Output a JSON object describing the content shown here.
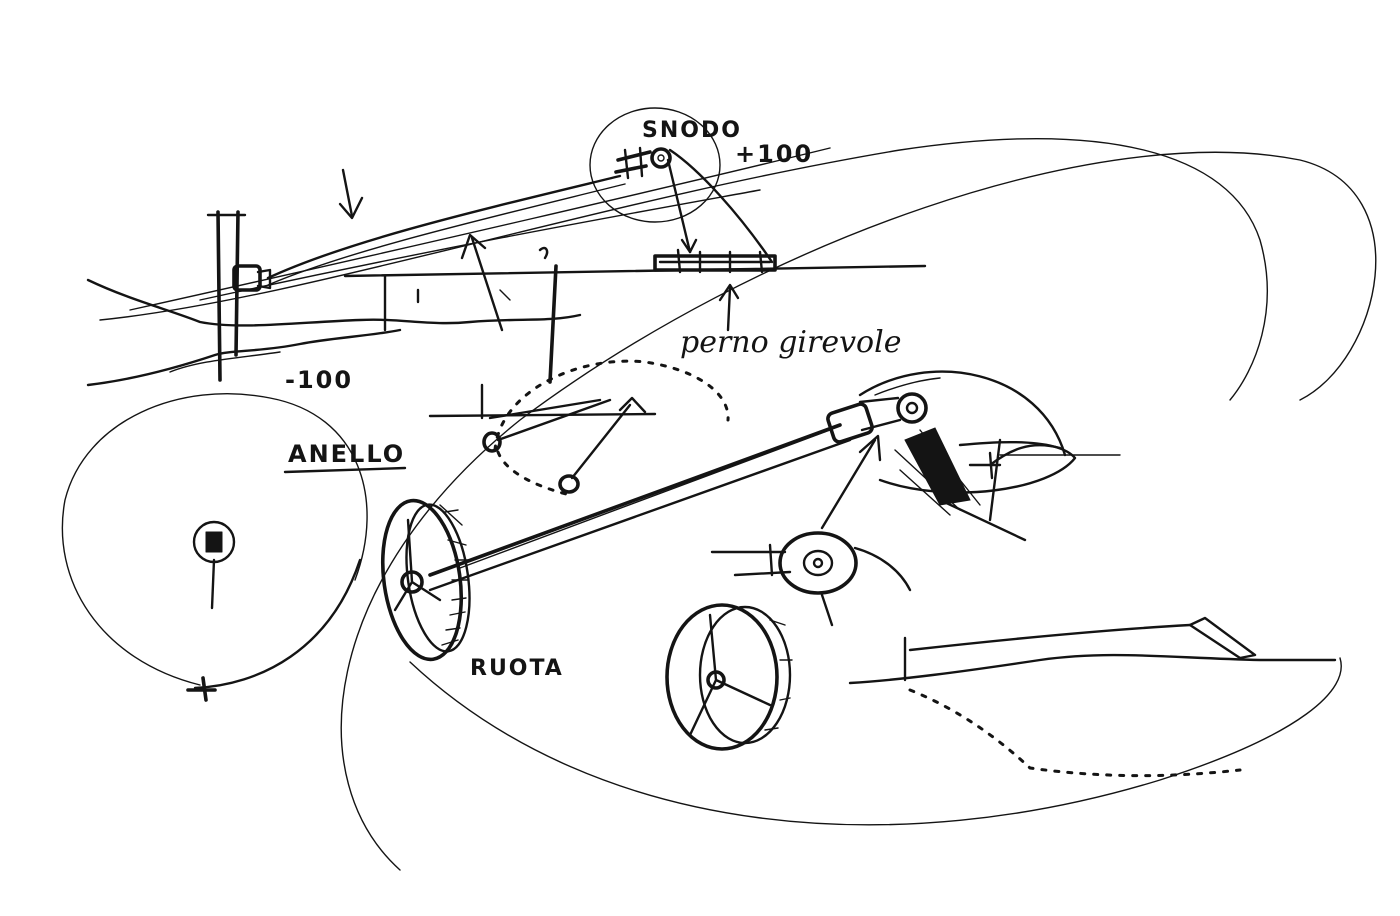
{
  "sketch": {
    "labels": {
      "snodo": "SNODO",
      "plus_value": "+100",
      "minus_value": "-100",
      "perno": "perno girevole",
      "anello": "ANELLO",
      "ruota": "RUOTA"
    },
    "colors": {
      "ink": "#141414",
      "paper": "#ffffff",
      "frame": "#e8e8e8"
    }
  }
}
